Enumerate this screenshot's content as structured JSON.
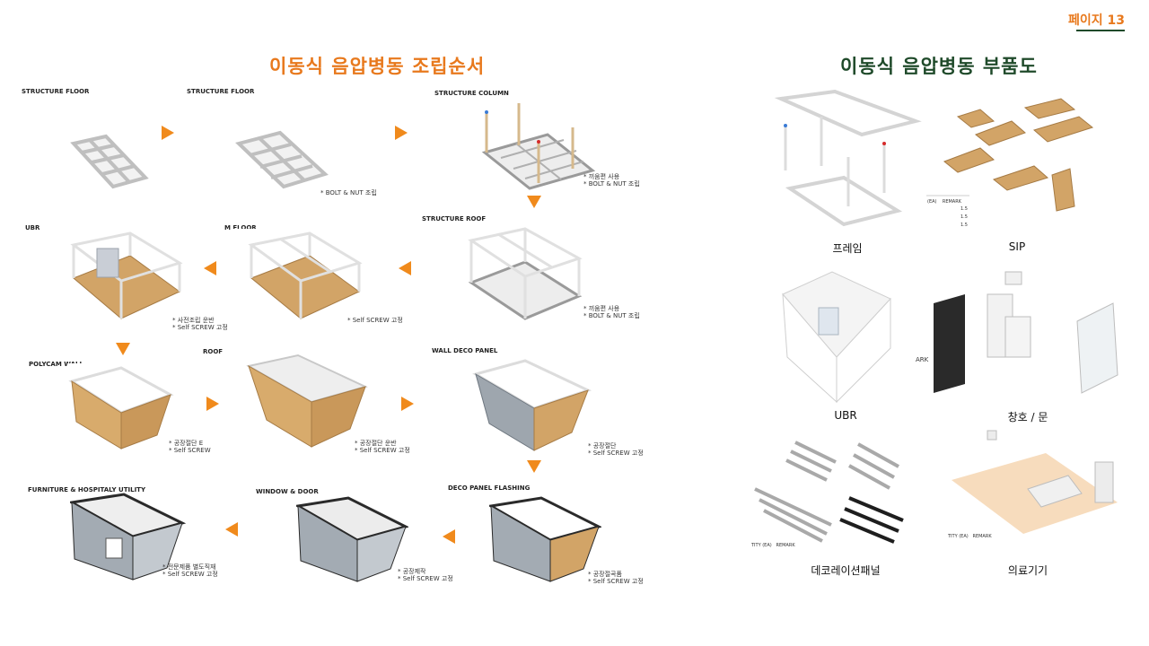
{
  "page": {
    "number": "페이지 13"
  },
  "assembly": {
    "title": "이동식 음압병동 조립순서",
    "steps": [
      {
        "label": "STRUCTURE FLOOR",
        "notes": ""
      },
      {
        "label": "STRUCTURE FLOOR",
        "notes": "* BOLT & NUT 조립"
      },
      {
        "label": "STRUCTURE COLUMN",
        "notes": "* 끼움편 사용\n* BOLT & NUT 조립"
      },
      {
        "label": "STRUCTURE ROOF",
        "notes": "* 끼움편 사용\n* BOLT & NUT 조립"
      },
      {
        "label": "M FLOOR",
        "notes": "* Self SCREW 고정"
      },
      {
        "label": "UBR",
        "notes": "* 사전조립 운반\n* Self SCREW 고정"
      },
      {
        "label": "POLYCAM WALL",
        "notes": "* 공장절단 E\n* Self SCREW"
      },
      {
        "label": "ROOF",
        "notes": "* 공장절단 운반\n* Self SCREW 고정"
      },
      {
        "label": "WALL DECO PANEL",
        "notes": "* 공장절단\n* Self SCREW 고정"
      },
      {
        "label": "DECO PANEL FLASHING",
        "notes": "* 공장절곡품\n* Self SCREW 고정"
      },
      {
        "label": "WINDOW & DOOR",
        "notes": "* 공장제작\n* Self SCREW 고정"
      },
      {
        "label": "FURNITURE  & HOSPITALY UTILITY",
        "notes": "* 전문제품 별도직재\n* Self SCREW 고정"
      }
    ]
  },
  "parts": {
    "title": "이동식 음압병동 부품도",
    "items": [
      {
        "label": "프레임",
        "table_header": ""
      },
      {
        "label": "SIP",
        "table_header": "(EA)    REMARK",
        "table_values": [
          "1.5",
          "1.5",
          "1.5"
        ]
      },
      {
        "label": "UBR",
        "table_header": ""
      },
      {
        "label": "창호 / 문",
        "table_header": "ARK"
      },
      {
        "label": "데코레이션패널",
        "table_header": "TITY (EA)   REMARK"
      },
      {
        "label": "의료기기",
        "table_header": "TITY (EA)   REMARK"
      }
    ]
  },
  "colors": {
    "accent": "#e8791d",
    "title_green": "#1f4a2a",
    "arrow": "#f08a1c",
    "wood": "#c99a5b",
    "frame": "#e6e6e6",
    "brick": "#9ea6ae",
    "dark": "#2a2a2a"
  }
}
